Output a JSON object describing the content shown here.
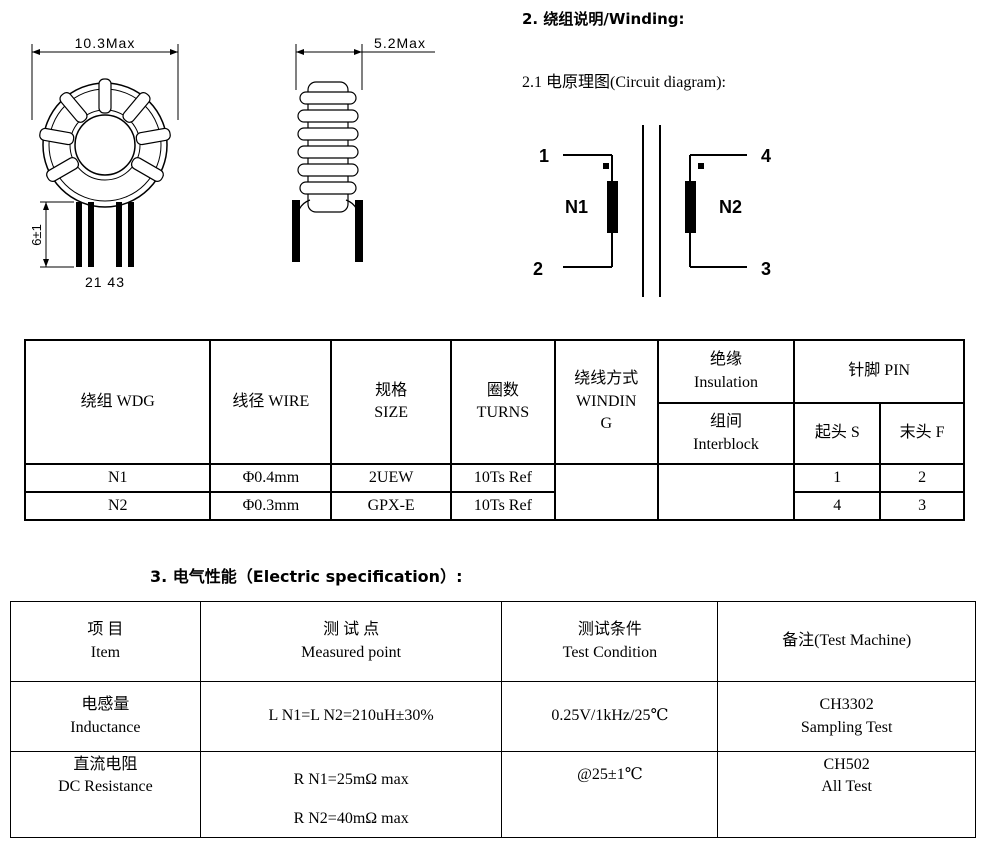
{
  "drawing": {
    "top_dim": "10.3Max",
    "side_dim": "5.2Max",
    "lead_dim": "6±1",
    "pin_labels": "21 43"
  },
  "winding_section": {
    "heading": "2. 绕组说明/Winding:",
    "sub_heading": "2.1 电原理图(Circuit diagram):",
    "circuit": {
      "pins": [
        "1",
        "2",
        "3",
        "4"
      ],
      "winding_labels": [
        "N1",
        "N2"
      ]
    }
  },
  "winding_table": {
    "headers": {
      "wdg": "绕组 WDG",
      "wire": "线径 WIRE",
      "size_cn": "规格",
      "size_en": "SIZE",
      "turns_cn": "圈数",
      "turns_en": "TURNS",
      "winding_cn": "绕线方式",
      "winding_en1": "WINDIN",
      "winding_en2": "G",
      "insulation_cn": "绝缘",
      "insulation_en": "Insulation",
      "interblock_cn": "组间",
      "interblock_en": "Interblock",
      "pin": "针脚 PIN",
      "start": "起头 S",
      "finish": "末头 F"
    },
    "rows": [
      {
        "wdg": "N1",
        "wire": "Φ0.4mm",
        "size": "2UEW",
        "turns": "10Ts Ref",
        "start": "1",
        "finish": "2"
      },
      {
        "wdg": "N2",
        "wire": "Φ0.3mm",
        "size": "GPX-E",
        "turns": "10Ts Ref",
        "start": "4",
        "finish": "3"
      }
    ]
  },
  "electric_section": {
    "heading": "3. 电气性能（Electric specification）:"
  },
  "electric_table": {
    "headers": {
      "item_cn": "项 目",
      "item_en": "Item",
      "point_cn": "测 试 点",
      "point_en": "Measured point",
      "cond_cn": "测试条件",
      "cond_en": "Test Condition",
      "machine": "备注(Test Machine)"
    },
    "rows": [
      {
        "item_cn": "电感量",
        "item_en": "Inductance",
        "point1": "L N1=L N2=210uH±30%",
        "point2": "",
        "cond": "0.25V/1kHz/25℃",
        "machine1": "CH3302",
        "machine2": "Sampling Test"
      },
      {
        "item_cn": "直流电阻",
        "item_en": "DC Resistance",
        "point1": "R N1=25mΩ max",
        "point2": "R N2=40mΩ max",
        "cond": "@25±1℃",
        "machine1": "CH502",
        "machine2": "All Test"
      }
    ]
  }
}
